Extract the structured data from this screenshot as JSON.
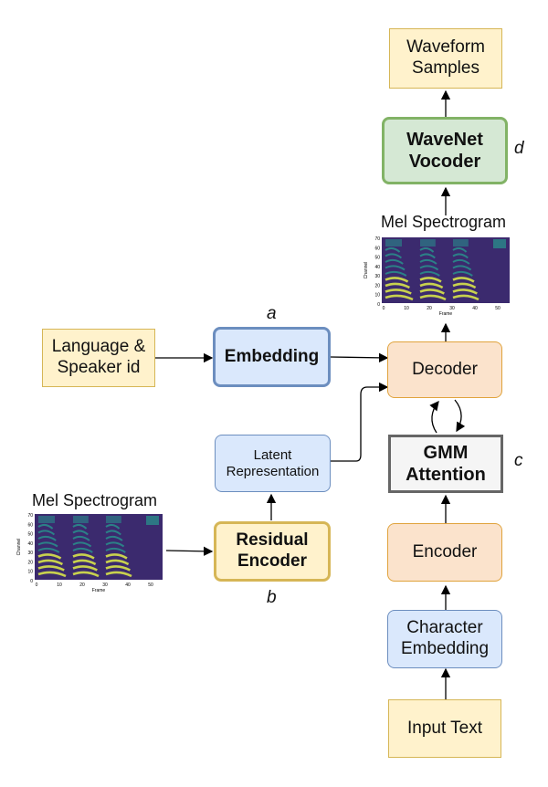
{
  "nodes": {
    "waveform": "Waveform\nSamples",
    "wavenet": "WaveNet\nVocoder",
    "decoder": "Decoder",
    "gmm": "GMM\nAttention",
    "encoder": "Encoder",
    "char_embedding": "Character\nEmbedding",
    "input_text": "Input Text",
    "embedding": "Embedding",
    "lang_speaker": "Language &\nSpeaker id",
    "latent": "Latent\nRepresentation",
    "residual": "Residual\nEncoder"
  },
  "markers": {
    "a": "a",
    "b": "b",
    "c": "c",
    "d": "d"
  },
  "spectrograms": {
    "top": {
      "title": "Mel Spectrogram",
      "ylabel": "Channel",
      "xlabel": "Frame",
      "yticks": [
        "70",
        "60",
        "50",
        "40",
        "30",
        "20",
        "10",
        "0"
      ],
      "xticks": [
        "0",
        "10",
        "20",
        "30",
        "40",
        "50"
      ]
    },
    "left": {
      "title": "Mel Spectrogram",
      "ylabel": "Channel",
      "xlabel": "Frame",
      "yticks": [
        "70",
        "60",
        "50",
        "40",
        "30",
        "20",
        "10",
        "0"
      ],
      "xticks": [
        "0",
        "10",
        "20",
        "30",
        "40",
        "50"
      ]
    }
  },
  "colors": {
    "spec_bg": "#3b2a6e",
    "spec_mid": "#2a8a8a",
    "spec_high": "#d8e34a"
  }
}
